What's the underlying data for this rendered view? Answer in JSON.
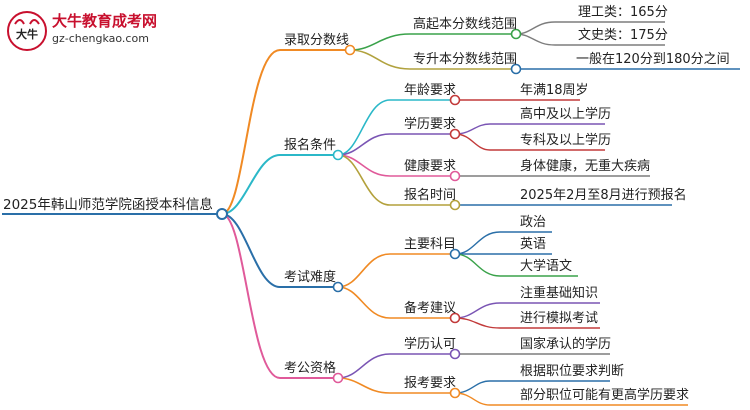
{
  "logo": {
    "title": "大牛教育成考网",
    "url": "gz-chengkao.com",
    "mark": "大牛"
  },
  "root": "2025年韩山师范学院函授本科信息",
  "branches": [
    {
      "label": "录取分数线",
      "children": [
        {
          "label": "高起本分数线范围",
          "leaves": [
            "理工类：165分",
            "文史类：175分"
          ]
        },
        {
          "label": "专升本分数线范围",
          "leaves": [
            "一般在120分到180分之间"
          ]
        }
      ]
    },
    {
      "label": "报名条件",
      "children": [
        {
          "label": "年龄要求",
          "leaves": [
            "年满18周岁"
          ]
        },
        {
          "label": "学历要求",
          "leaves": [
            "高中及以上学历",
            "专科及以上学历"
          ]
        },
        {
          "label": "健康要求",
          "leaves": [
            "身体健康，无重大疾病"
          ]
        },
        {
          "label": "报名时间",
          "leaves": [
            "2025年2月至8月进行预报名"
          ]
        }
      ]
    },
    {
      "label": "考试难度",
      "children": [
        {
          "label": "主要科目",
          "leaves": [
            "政治",
            "英语",
            "大学语文"
          ]
        },
        {
          "label": "备考建议",
          "leaves": [
            "注重基础知识",
            "进行模拟考试"
          ]
        }
      ]
    },
    {
      "label": "考公资格",
      "children": [
        {
          "label": "学历认可",
          "leaves": [
            "国家承认的学历"
          ]
        },
        {
          "label": "报考要求",
          "leaves": [
            "根据职位要求判断",
            "部分职位可能有更高学历要求"
          ]
        }
      ]
    }
  ],
  "colors": {
    "root_line": "#2a6fa8",
    "branch1": "#f08a24",
    "branch2": "#b1a23e",
    "b2": "#2bb8c8",
    "b2_edu": "#7a55b4",
    "b2_health": "#e05a9a",
    "b2_time": "#b3a13c",
    "b3": "#f08a24",
    "b3_subject": "#2a6fa8",
    "b3_advice": "#c23a3a",
    "b4": "#e05a9a",
    "b4_recog": "#7a55b4",
    "b4_req": "#f08a24",
    "leaf_gray": "#7d7d7d",
    "leaf_red": "#c23a3a",
    "logo_red": "#c8102e"
  }
}
